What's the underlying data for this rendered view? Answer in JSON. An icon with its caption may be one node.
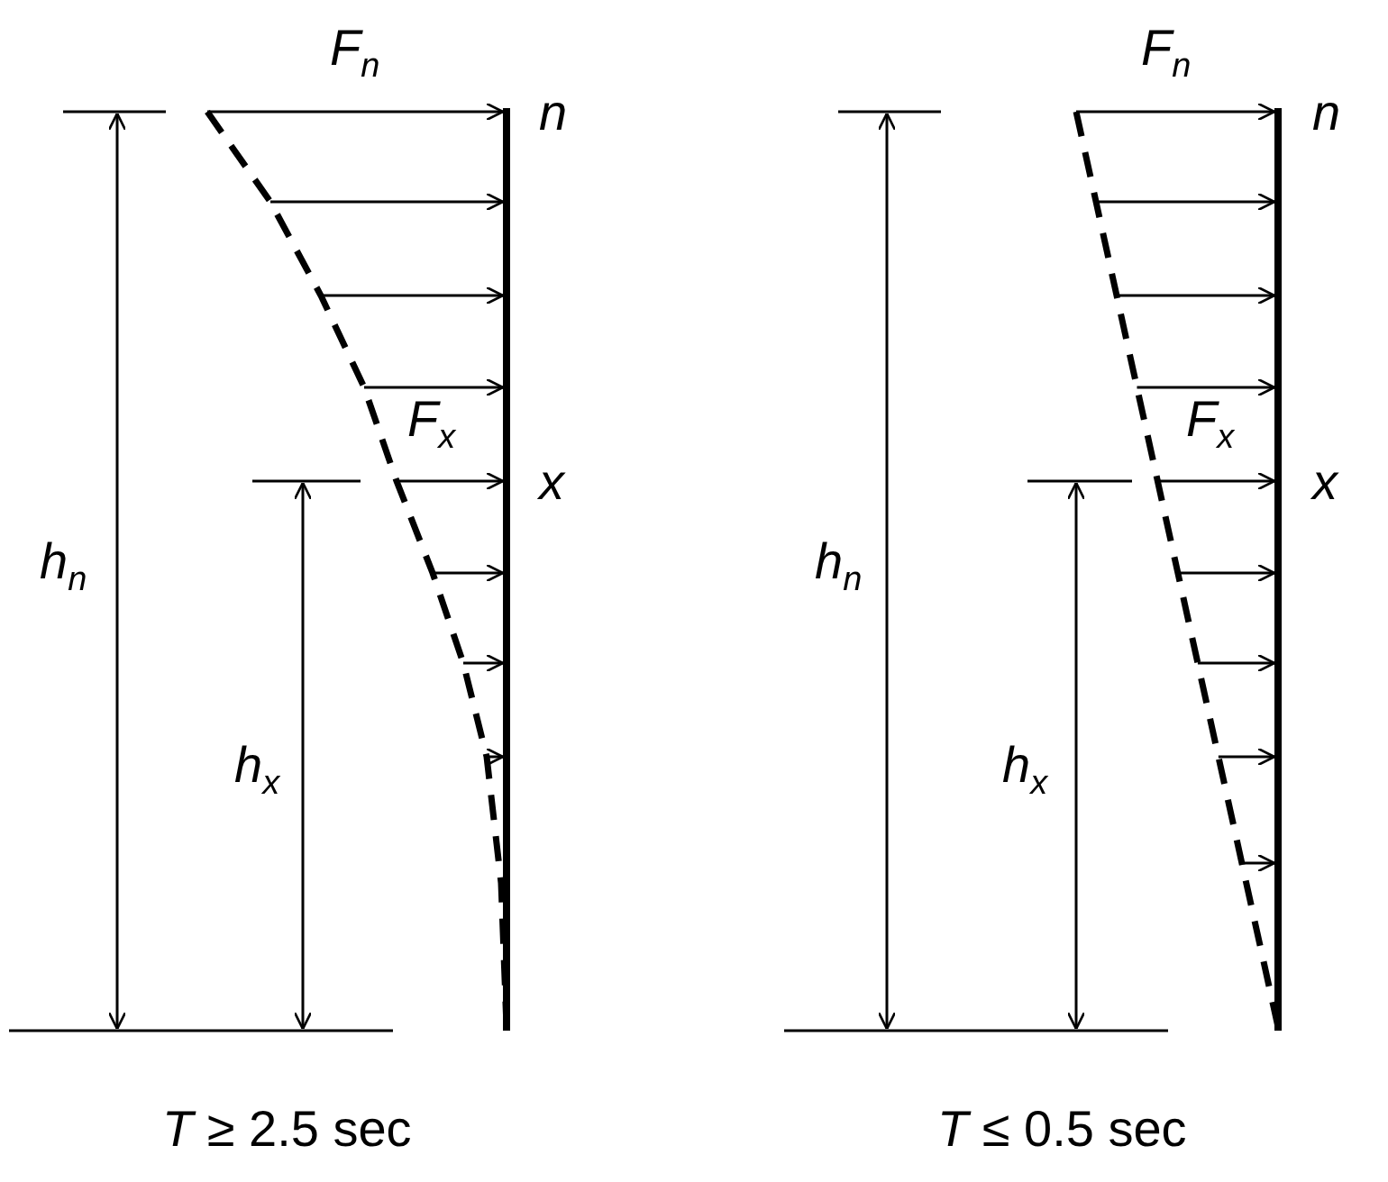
{
  "diagram": {
    "labels": [
      "F$_{n}$",
      "n",
      "F$_{x}$",
      "x",
      "h$_{n}$",
      "h$_{x}$",
      "*T* ≥ 2.5 sec",
      "F$_{n}$",
      "n",
      "F$_{x}$",
      "x",
      "h$_{n}$",
      "h$_{x}$",
      "*T* ≤ 0.5 sec"
    ]
  }
}
